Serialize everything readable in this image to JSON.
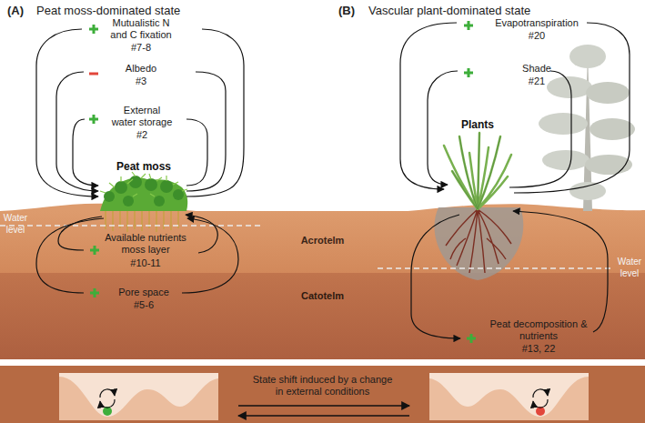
{
  "diagram": {
    "nodes": [
      {
        "text": [
          "Acrotelm"
        ]
      },
      {
        "text": [
          "Catotelm"
        ]
      },
      {
        "text": [
          "State shift induced by a change in external conditions"
        ]
      }
    ],
    "labels": [
      "(A)",
      "Peat moss-dominated state",
      "(B)",
      "Vascular plant-dominated state",
      "Mutualistic N and C fixation",
      "#7-8",
      "Albedo",
      "#3",
      "External water storage",
      "#2",
      "Peat moss",
      "Water level",
      "Available nutrients moss layer",
      "#10-11",
      "Pore space",
      "#5-6",
      "Evapotranspiration",
      "#20",
      "Shade",
      "#21",
      "Plants",
      "Water level",
      "Peat decomposition & nutrients",
      "#13, 22"
    ]
  }
}
